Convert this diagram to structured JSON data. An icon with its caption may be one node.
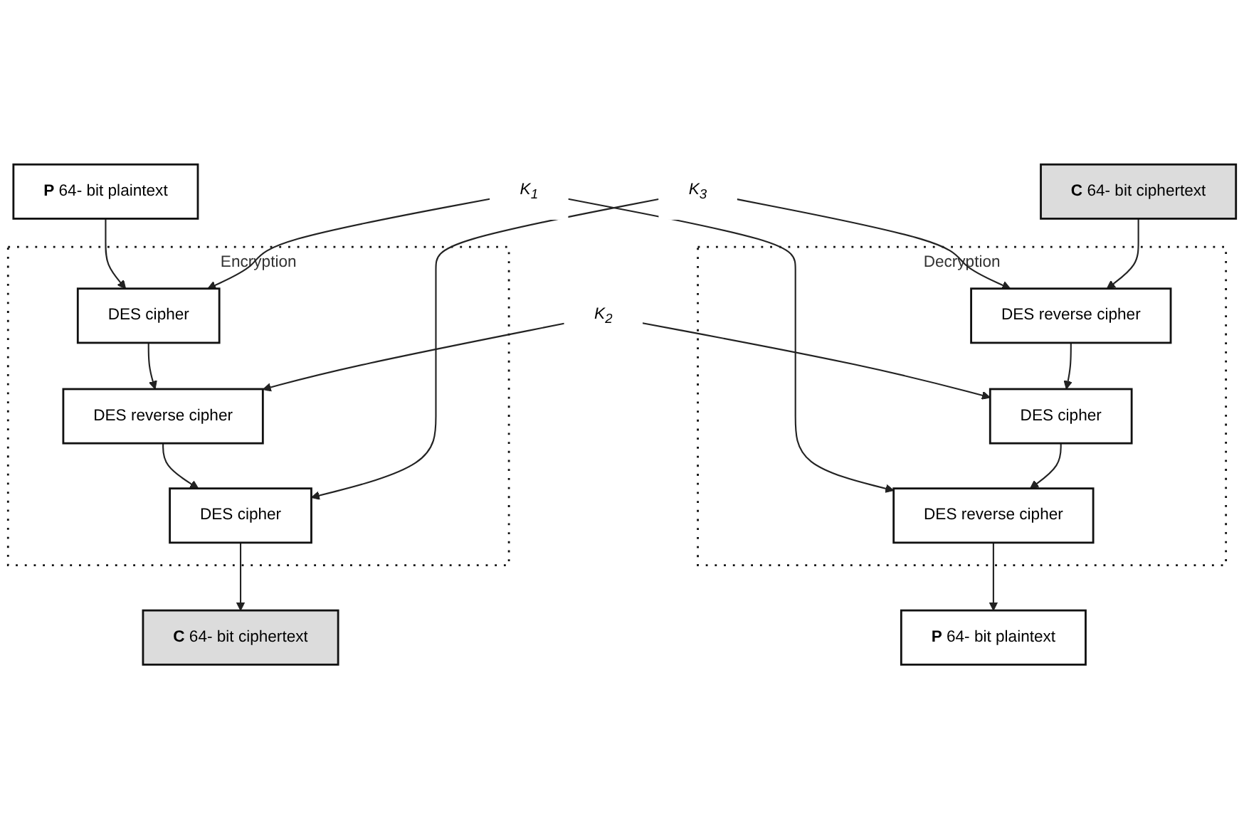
{
  "diagram": {
    "nodes": [
      {
        "text": [
          "P",
          "64- bit plaintext"
        ]
      },
      {
        "text": [
          "P",
          "64- bit plaintext"
        ]
      },
      {
        "text": [
          "Encryption"
        ]
      },
      {
        "text": [
          "DES cipher"
        ],
        "in": 2
      },
      {
        "text": [
          "DES reverse cipher"
        ],
        "in": 2
      },
      {
        "text": [
          "DES cipher"
        ],
        "in": 2
      },
      {
        "text": [
          "K$_{1}$"
        ]
      },
      {
        "text": [
          "K$_{2}$"
        ]
      },
      {
        "text": [
          "K$_{3}$"
        ]
      },
      {
        "text": [
          "Decryption"
        ]
      },
      {
        "text": [
          "DES reverse cipher"
        ],
        "in": 9
      },
      {
        "text": [
          "DES cipher"
        ],
        "in": 9
      },
      {
        "text": [
          "DES reverse cipher"
        ],
        "in": 9
      },
      {
        "text": [
          "C",
          "64- bit ciphertext"
        ]
      },
      {
        "text": [
          "C",
          "64- bit ciphertext"
        ]
      }
    ],
    "edges": [
      {
        "from": 0,
        "to": 3,
        "arrow": "to"
      },
      {
        "from": 3,
        "to": 4,
        "arrow": "to"
      },
      {
        "from": 4,
        "to": 5,
        "arrow": "to"
      },
      {
        "from": 5,
        "to": 13,
        "arrow": "to"
      },
      {
        "from": 6,
        "to": 3,
        "arrow": "to"
      },
      {
        "from": 6,
        "to": 10,
        "arrow": "to"
      },
      {
        "from": 7,
        "to": 4,
        "arrow": "to"
      },
      {
        "from": 7,
        "to": 11,
        "arrow": "to"
      },
      {
        "from": 8,
        "to": 5,
        "arrow": "to"
      },
      {
        "from": 8,
        "to": 12,
        "arrow": "to"
      },
      {
        "from": 14,
        "to": 12,
        "arrow": "to"
      },
      {
        "from": 12,
        "to": 11,
        "arrow": "to"
      },
      {
        "from": 11,
        "to": 10,
        "arrow": "to"
      },
      {
        "from": 10,
        "to": 1,
        "arrow": "to"
      }
    ]
  }
}
